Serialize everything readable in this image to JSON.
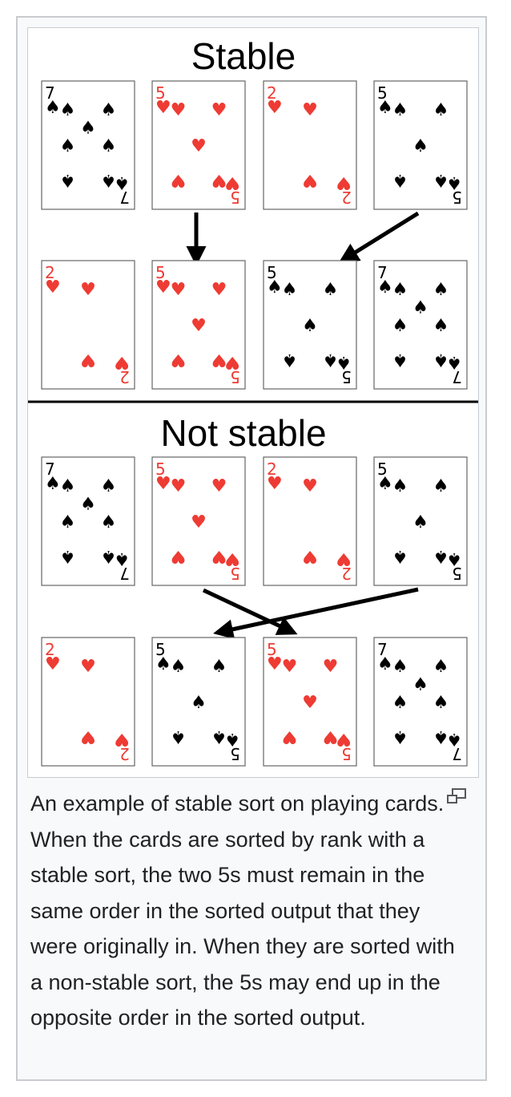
{
  "figure": {
    "heading_stable": "Stable",
    "heading_not_stable": "Not stable",
    "colors": {
      "heart": "#ee3b33",
      "spade": "#000000",
      "border": "#c8ccd1",
      "background": "#f8f9fa"
    },
    "rows": [
      {
        "name": "stable-input",
        "cards": [
          [
            "7",
            "spades"
          ],
          [
            "5",
            "hearts"
          ],
          [
            "2",
            "hearts"
          ],
          [
            "5",
            "spades"
          ]
        ]
      },
      {
        "name": "stable-output",
        "cards": [
          [
            "2",
            "hearts"
          ],
          [
            "5",
            "hearts"
          ],
          [
            "5",
            "spades"
          ],
          [
            "7",
            "spades"
          ]
        ]
      },
      {
        "name": "unstable-input",
        "cards": [
          [
            "7",
            "spades"
          ],
          [
            "5",
            "hearts"
          ],
          [
            "2",
            "hearts"
          ],
          [
            "5",
            "spades"
          ]
        ]
      },
      {
        "name": "unstable-output",
        "cards": [
          [
            "2",
            "hearts"
          ],
          [
            "5",
            "spades"
          ],
          [
            "5",
            "hearts"
          ],
          [
            "7",
            "spades"
          ]
        ]
      }
    ]
  },
  "caption": {
    "text": "An example of stable sort on playing cards. When the cards are sorted by rank with a stable sort, the two 5s must remain in the same order in the sorted output that they were originally in. When they are sorted with a non-stable sort, the 5s may end up in the opposite order in the sorted output.",
    "enlarge_icon": "magnify-clip-icon"
  }
}
